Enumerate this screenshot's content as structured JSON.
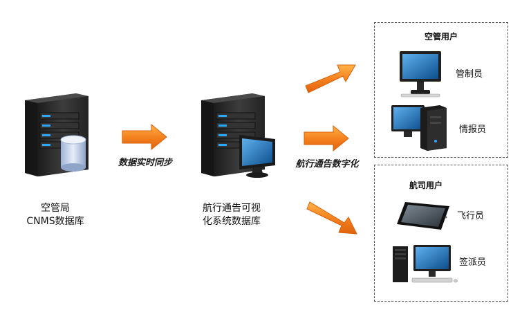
{
  "source": {
    "line1": "空管局",
    "line2": "CNMS数据库"
  },
  "sync_label": "数据实时同步",
  "middle": {
    "line1": "航行通告可视",
    "line2": "化系统数据库"
  },
  "digitize_label": "航行通告数字化",
  "atc_group": {
    "title": "空管用户",
    "roles": [
      "管制员",
      "情报员"
    ]
  },
  "airline_group": {
    "title": "航司用户",
    "roles": [
      "飞行员",
      "签派员"
    ]
  },
  "colors": {
    "arrow": "#f5821f",
    "server": "#2b2b2b",
    "screen": "#1a6fb0"
  },
  "icons": [
    "server-icon",
    "database-icon",
    "monitor-icon",
    "desktop-computer-icon",
    "tablet-icon"
  ]
}
